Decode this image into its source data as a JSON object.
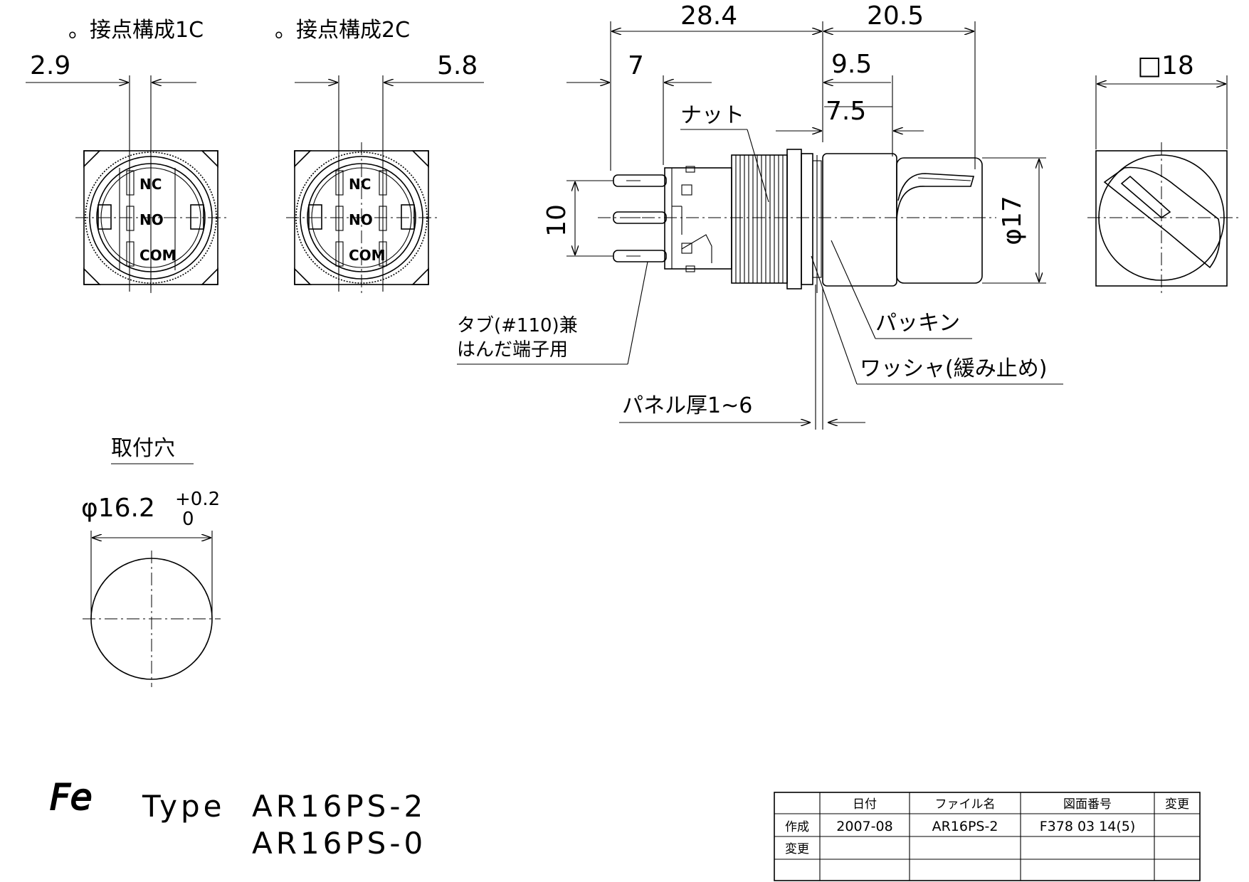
{
  "views": {
    "contact_1c": {
      "title": "。接点構成1C",
      "dim": "2.9"
    },
    "contact_2c": {
      "title": "。接点構成2C",
      "dim": "5.8"
    },
    "terminals": [
      "NC",
      "NO",
      "COM"
    ]
  },
  "side_view": {
    "dim_overall_left": "28.4",
    "dim_overall_right": "20.5",
    "dim_left_tab": "7",
    "dim_9_5": "9.5",
    "dim_7_5": "7.5",
    "dim_height": "10",
    "dim_diameter": "φ17",
    "label_nut": "ナット",
    "label_tab_line1": "タブ(#110)兼",
    "label_tab_line2": "はんだ端子用",
    "label_packing": "パッキン",
    "label_washer": "ワッシャ(緩み止め)",
    "label_panel": "パネル厚1~6"
  },
  "front_view": {
    "dim": "□18"
  },
  "mounting_hole": {
    "title": "取付穴",
    "dim_main": "φ16.2",
    "tol_upper": "+0.2",
    "tol_lower": "0"
  },
  "type_block": {
    "logo": "Fe",
    "type_label": "Type",
    "model_1": "AR16PS-2",
    "model_2": "AR16PS-0"
  },
  "title_table": {
    "headers": [
      "",
      "日付",
      "ファイル名",
      "図面番号",
      "変更"
    ],
    "rows": [
      [
        "作成",
        "2007-08",
        "AR16PS-2",
        "F378 03 14(5)",
        ""
      ],
      [
        "変更",
        "",
        "",
        "",
        ""
      ],
      [
        "",
        "",
        "",
        "",
        ""
      ]
    ]
  }
}
